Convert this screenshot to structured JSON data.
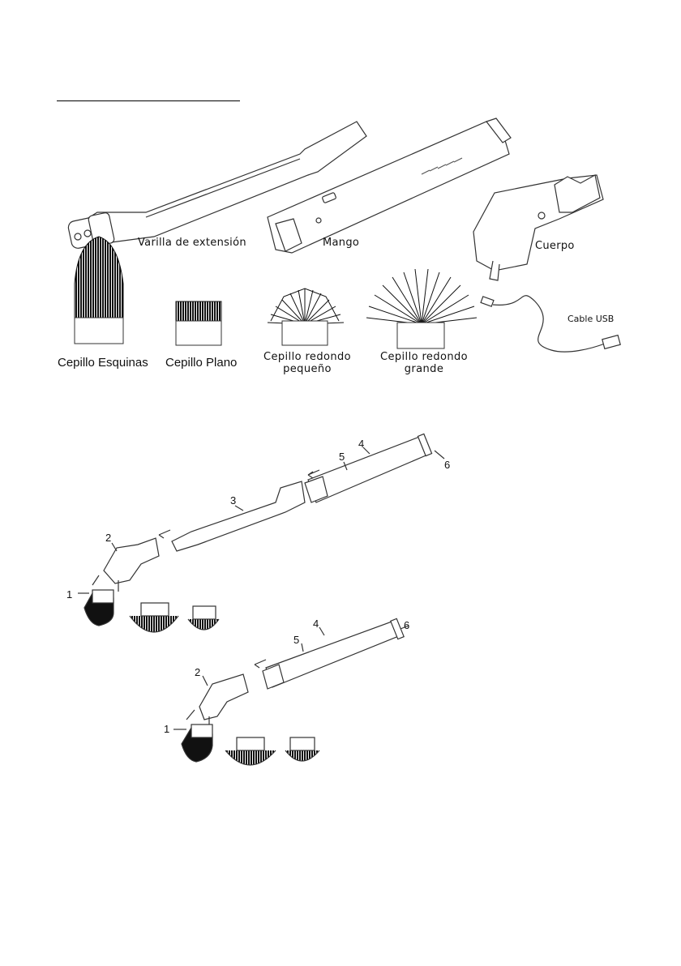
{
  "parts": {
    "extension_rod": "Varilla de extensión",
    "handle": "Mango",
    "body": "Cuerpo",
    "usb_cable": "Cable USB",
    "corner_brush": "Cepillo Esquinas",
    "flat_brush": "Cepillo Plano",
    "small_round_brush_line1": "Cepillo redondo",
    "small_round_brush_line2": "pequeño",
    "large_round_brush_line1": "Cepillo redondo",
    "large_round_brush_line2": "grande"
  },
  "assembly_long": {
    "callouts": [
      "1",
      "2",
      "3",
      "4",
      "5",
      "6"
    ]
  },
  "assembly_short": {
    "callouts": [
      "1",
      "2",
      "4",
      "5",
      "6"
    ]
  }
}
